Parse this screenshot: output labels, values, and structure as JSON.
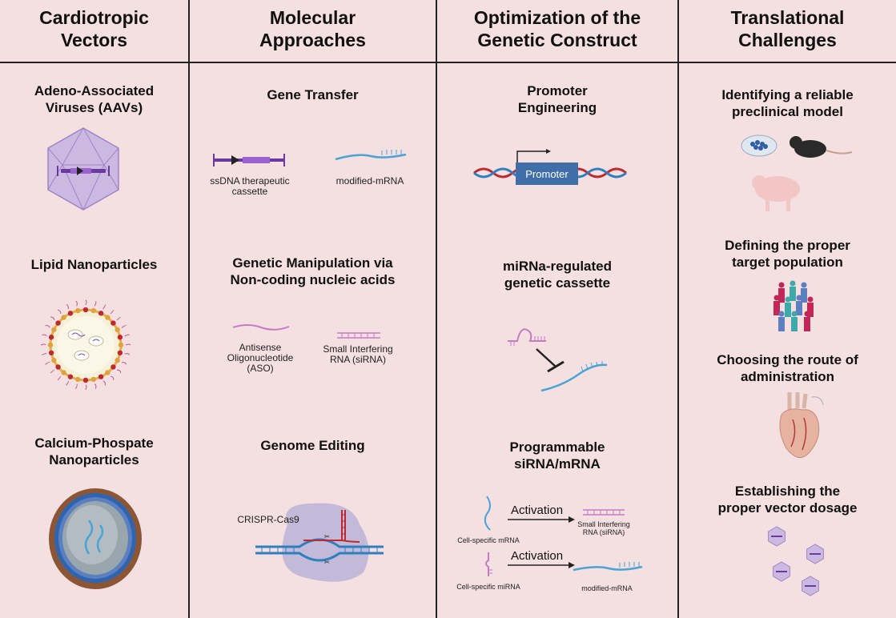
{
  "columns": [
    {
      "header": "Cardiotropic\nVectors",
      "sections": [
        "Adeno-Associated\nViruses (AAVs)",
        "Lipid Nanoparticles",
        "Calcium-Phospate\nNanoparticles"
      ]
    },
    {
      "header": "Molecular\nApproaches",
      "sections": [
        "Gene Transfer",
        "Genetic Manipulation via\nNon-coding nucleic acids",
        "Genome Editing"
      ],
      "labels": {
        "ssdna": "ssDNA therapeutic\ncassette",
        "mrna": "modified-mRNA",
        "aso": "Antisense\nOligonucleotide\n(ASO)",
        "sirna": "Small Interfering\nRNA (siRNA)",
        "crispr": "CRISPR-Cas9"
      }
    },
    {
      "header": "Optimization of the\nGenetic Construct",
      "sections": [
        "Promoter\nEngineering",
        "miRNa-regulated\ngenetic cassette",
        "Programmable\nsiRNA/mRNA"
      ],
      "labels": {
        "promoter": "Promoter",
        "activation1": "Activation",
        "activation2": "Activation",
        "cell_mrna": "Cell-specific mRNA",
        "cell_mirna": "Cell-specific miRNA",
        "sirna_out": "Small Interfering\nRNA (siRNA)",
        "mrna_out": "modified-mRNA"
      }
    },
    {
      "header": "Translational\nChallenges",
      "sections": [
        "Identifying a reliable\npreclinical model",
        "Defining the proper\ntarget population",
        "Choosing the route of\nadministration",
        "Establishing the\nproper vector dosage"
      ]
    }
  ],
  "colors": {
    "background": "#f4dfe1",
    "capsid": "#c6b4e0",
    "dna_blue": "#2e7fbf",
    "dna_red": "#c0282f",
    "rna_blue": "#4aa3d6",
    "rna_pink": "#c57ac4",
    "promoter_box": "#3f6ea8"
  }
}
